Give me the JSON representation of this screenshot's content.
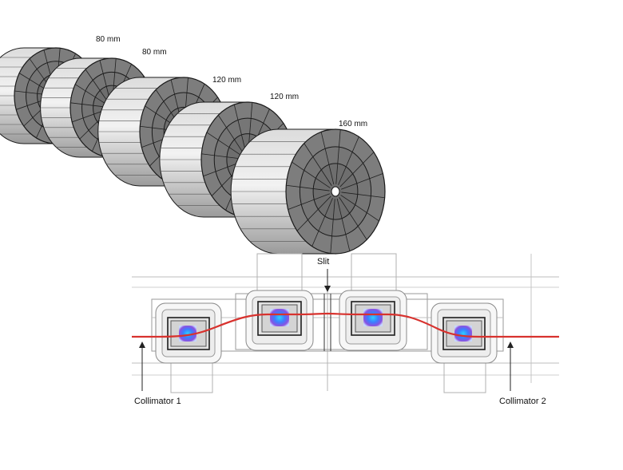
{
  "magnets": [
    {
      "length_label": "80 mm"
    },
    {
      "length_label": "80 mm"
    },
    {
      "length_label": "120 mm"
    },
    {
      "length_label": "120 mm"
    },
    {
      "length_label": "160 mm"
    }
  ],
  "beamline": {
    "slit_label": "Slit",
    "collimator_left_label": "Collimator 1",
    "collimator_right_label": "Collimator 2"
  },
  "colors": {
    "beam": "#d8322e",
    "magnet_face": "#7d7d7d",
    "magnet_side": "#c9c9c9",
    "outline": "#1a1a1a",
    "frame_line": "#8c8c8c"
  }
}
